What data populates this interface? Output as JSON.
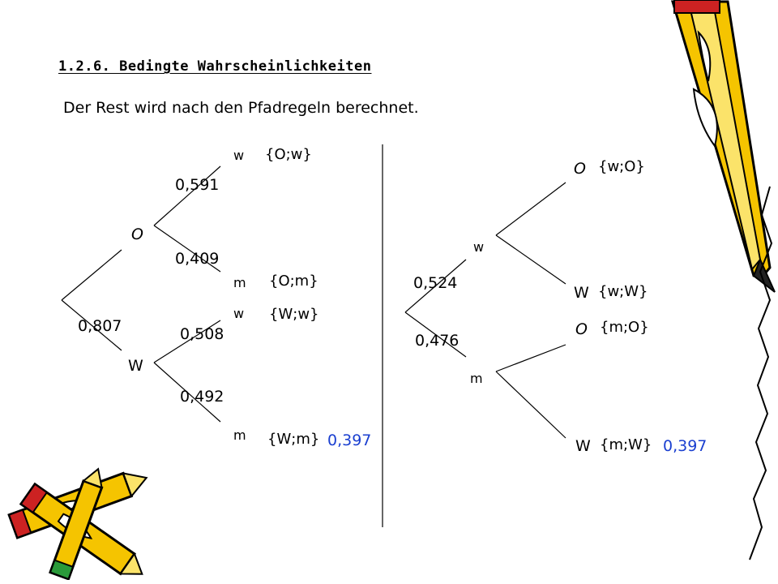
{
  "title": "1.2.6. Bedingte Wahrscheinlichkeiten",
  "subtitle": "Der Rest wird nach den Pfadregeln berechnet.",
  "left_tree": {
    "level1": {
      "top_node": "O",
      "bottom_node": "W",
      "prob_bottom": "0,807"
    },
    "o_branch": {
      "w_label": "w",
      "m_label": "m",
      "prob_w": "0,591",
      "prob_m": "0,409",
      "event_w": "{O;w}",
      "event_m": "{O;m}"
    },
    "w_branch": {
      "w_label": "w",
      "m_label": "m",
      "prob_w": "0,508",
      "prob_m": "0,492",
      "event_w": "{W;w}",
      "event_m": "{W;m}",
      "result": "0,397"
    }
  },
  "right_tree": {
    "level1": {
      "top_node": "w",
      "bottom_node": "m",
      "prob_top": "0,524",
      "prob_bottom": "0,476"
    },
    "w_branch": {
      "o_label": "O",
      "w_label": "W",
      "event_o": "{w;O}",
      "event_w": "{w;W}"
    },
    "m_branch": {
      "o_label": "O",
      "w_label": "W",
      "event_o": "{m;O}",
      "event_w": "{m;W}",
      "result": "0,397"
    }
  },
  "colors": {
    "result_blue": "#1a3fd0",
    "pencil_body": "#f5c400",
    "pencil_outline": "#000000"
  }
}
